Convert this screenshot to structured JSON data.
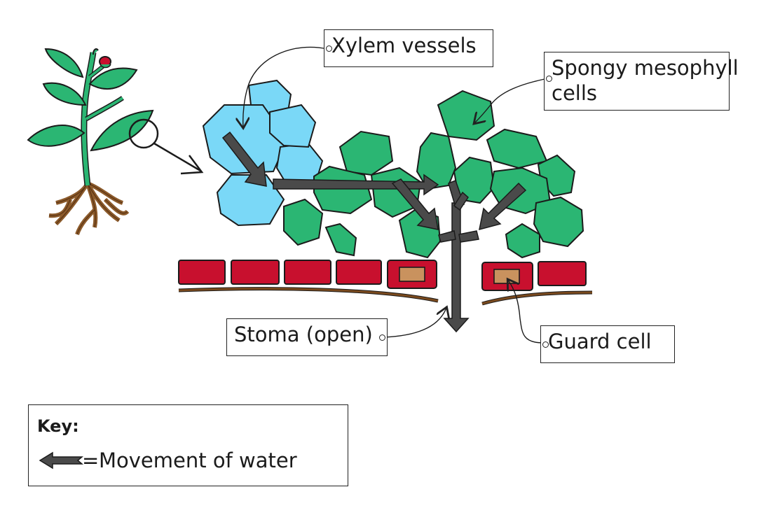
{
  "labels": {
    "xylem": "Xylem vessels",
    "spongy_line1": "Spongy mesophyll",
    "spongy_line2": "cells",
    "stoma": "Stoma (open)",
    "guard": "Guard cell"
  },
  "key": {
    "title": "Key:",
    "equals": "=",
    "text": "Movement of water"
  },
  "colors": {
    "xylem_cell": "#7ad8f7",
    "mesophyll_cell": "#2bb673",
    "epidermis_cell": "#c8102e",
    "guard_cell_inner": "#c9925e",
    "cuticle": "#7a4a1e",
    "arrow": "#4a4a4a",
    "plant_leaf": "#2bb673",
    "root": "#8b5a2b",
    "flower": "#c8102e"
  }
}
